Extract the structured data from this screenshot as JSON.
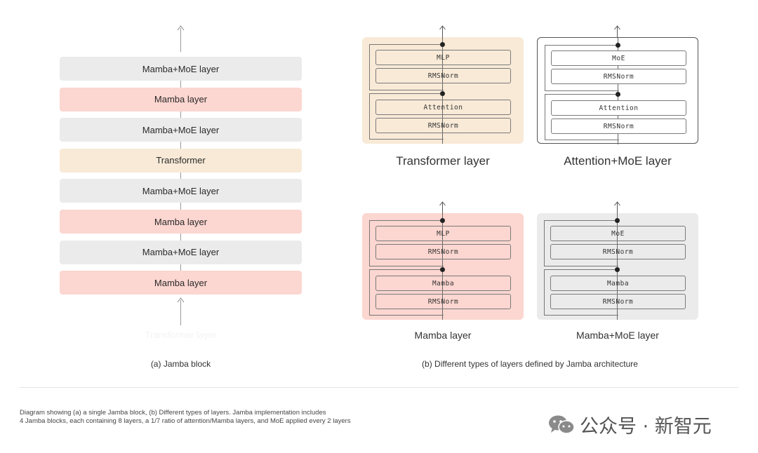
{
  "stack": {
    "layers": [
      {
        "label": "Mamba+MoE layer",
        "kind": "moe"
      },
      {
        "label": "Mamba layer",
        "kind": "mamba"
      },
      {
        "label": "Mamba+MoE layer",
        "kind": "moe"
      },
      {
        "label": "Transformer",
        "kind": "trans"
      },
      {
        "label": "Mamba+MoE layer",
        "kind": "moe"
      },
      {
        "label": "Mamba layer",
        "kind": "mamba"
      },
      {
        "label": "Mamba+MoE layer",
        "kind": "moe"
      },
      {
        "label": "Mamba layer",
        "kind": "mamba"
      }
    ],
    "ghost_label": "Transformer layer",
    "caption": "(a) Jamba block"
  },
  "panels": [
    {
      "title": "Transformer layer",
      "top_block": "MLP",
      "top_norm": "RMSNorm",
      "bottom_block": "Attention",
      "bottom_norm": "RMSNorm"
    },
    {
      "title": "Attention+MoE layer",
      "top_block": "MoE",
      "top_norm": "RMSNorm",
      "bottom_block": "Attention",
      "bottom_norm": "RMSNorm"
    },
    {
      "title": "Mamba layer",
      "top_block": "MLP",
      "top_norm": "RMSNorm",
      "bottom_block": "Mamba",
      "bottom_norm": "RMSNorm"
    },
    {
      "title": "Mamba+MoE layer",
      "top_block": "MoE",
      "top_norm": "RMSNorm",
      "bottom_block": "Mamba",
      "bottom_norm": "RMSNorm"
    }
  ],
  "panels_caption": "(b) Different types of layers defined by Jamba architecture",
  "footer": {
    "line1": "Diagram showing (a) a single Jamba block, (b) Different types of layers. Jamba implementation includes",
    "line2": "4 Jamba blocks, each containing 8 layers, a 1/7 ratio of attention/Mamba layers, and MoE applied every 2 layers"
  },
  "watermark": {
    "text": "公众号 · 新智元",
    "icon": "wechat-icon"
  },
  "colors": {
    "moe": "#ebebeb",
    "mamba": "#fcd6d0",
    "trans": "#f8ead7",
    "white": "#ffffff"
  }
}
